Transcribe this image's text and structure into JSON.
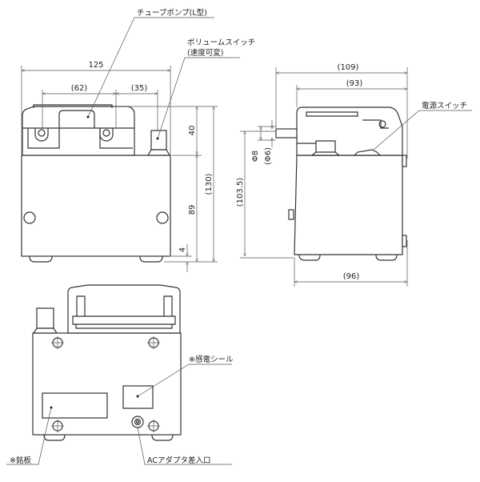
{
  "labels": {
    "tube_pump": "チューブポンプ(L型)",
    "volume_switch": "ボリュームスイッチ",
    "volume_switch_sub": "(速度可変)",
    "power_switch": "電源スイッチ",
    "shock_seal": "※感電シール",
    "nameplate": "※銘板",
    "ac_adapter": "ACアダプタ差入口"
  },
  "dimensions": {
    "front_width": "125",
    "roller_pitch": "(62)",
    "switch_offset": "(35)",
    "head_height": "40",
    "body_height": "89",
    "foot_height": "4",
    "total_height": "(130)",
    "side_total": "(109)",
    "side_head": "(93)",
    "side_base": "(96)",
    "side_tube_height": "(103.5)",
    "tube_od": "Φ8",
    "tube_id": "(Φ6)"
  }
}
